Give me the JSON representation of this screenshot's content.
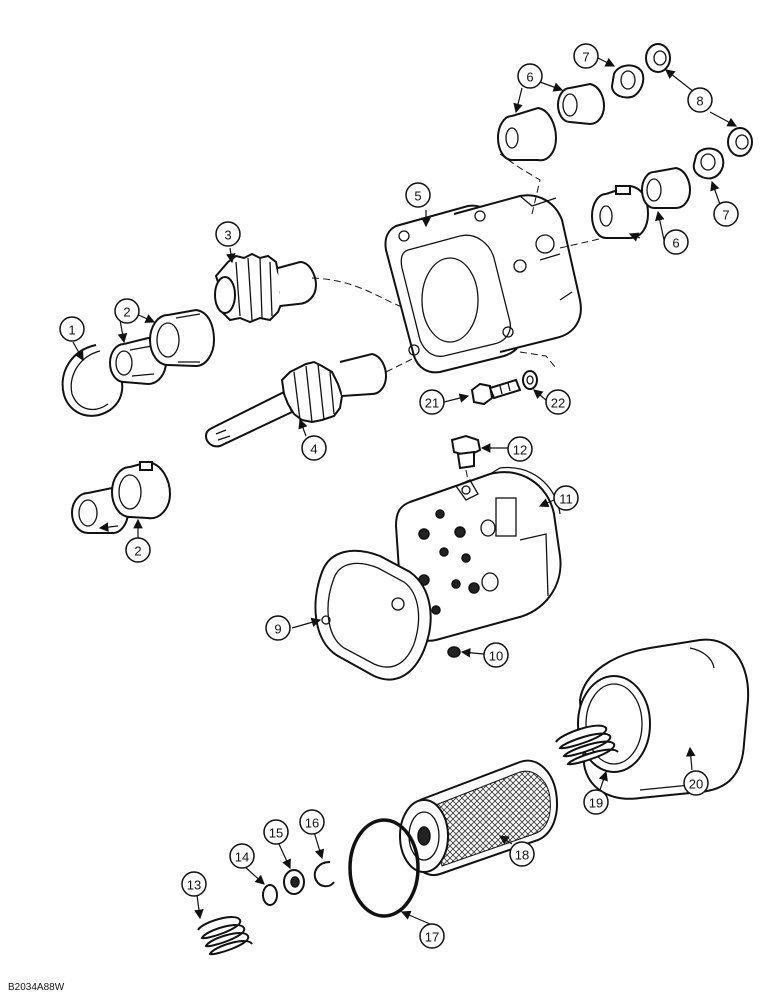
{
  "figure_code": "B2034A88W",
  "callouts": [
    {
      "id": "c1",
      "label": "1"
    },
    {
      "id": "c2a",
      "label": "2"
    },
    {
      "id": "c2b",
      "label": "2"
    },
    {
      "id": "c3",
      "label": "3"
    },
    {
      "id": "c4",
      "label": "4"
    },
    {
      "id": "c5",
      "label": "5"
    },
    {
      "id": "c6a",
      "label": "6"
    },
    {
      "id": "c6b",
      "label": "6"
    },
    {
      "id": "c7a",
      "label": "7"
    },
    {
      "id": "c7b",
      "label": "7"
    },
    {
      "id": "c8",
      "label": "8"
    },
    {
      "id": "c9",
      "label": "9"
    },
    {
      "id": "c10",
      "label": "10"
    },
    {
      "id": "c11",
      "label": "11"
    },
    {
      "id": "c12",
      "label": "12"
    },
    {
      "id": "c13",
      "label": "13"
    },
    {
      "id": "c14",
      "label": "14"
    },
    {
      "id": "c15",
      "label": "15"
    },
    {
      "id": "c16",
      "label": "16"
    },
    {
      "id": "c17",
      "label": "17"
    },
    {
      "id": "c18",
      "label": "18"
    },
    {
      "id": "c19",
      "label": "19"
    },
    {
      "id": "c20",
      "label": "20"
    },
    {
      "id": "c21",
      "label": "21"
    },
    {
      "id": "c22",
      "label": "22"
    }
  ]
}
